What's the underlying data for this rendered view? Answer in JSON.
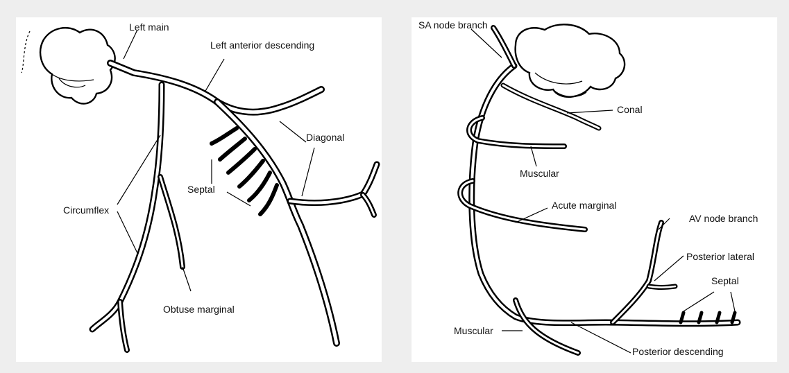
{
  "left_diagram": {
    "labels": {
      "left_main": "Left main",
      "lad": "Left anterior descending",
      "diagonal": "Diagonal",
      "septal": "Septal",
      "circumflex": "Circumflex",
      "obtuse_marginal": "Obtuse marginal"
    }
  },
  "right_diagram": {
    "labels": {
      "sa_node": "SA node branch",
      "conal": "Conal",
      "muscular_upper": "Muscular",
      "acute_marginal": "Acute marginal",
      "av_node": "AV node branch",
      "posterior_lateral": "Posterior lateral",
      "septal": "Septal",
      "muscular_lower": "Muscular",
      "posterior_descending": "Posterior descending"
    }
  }
}
